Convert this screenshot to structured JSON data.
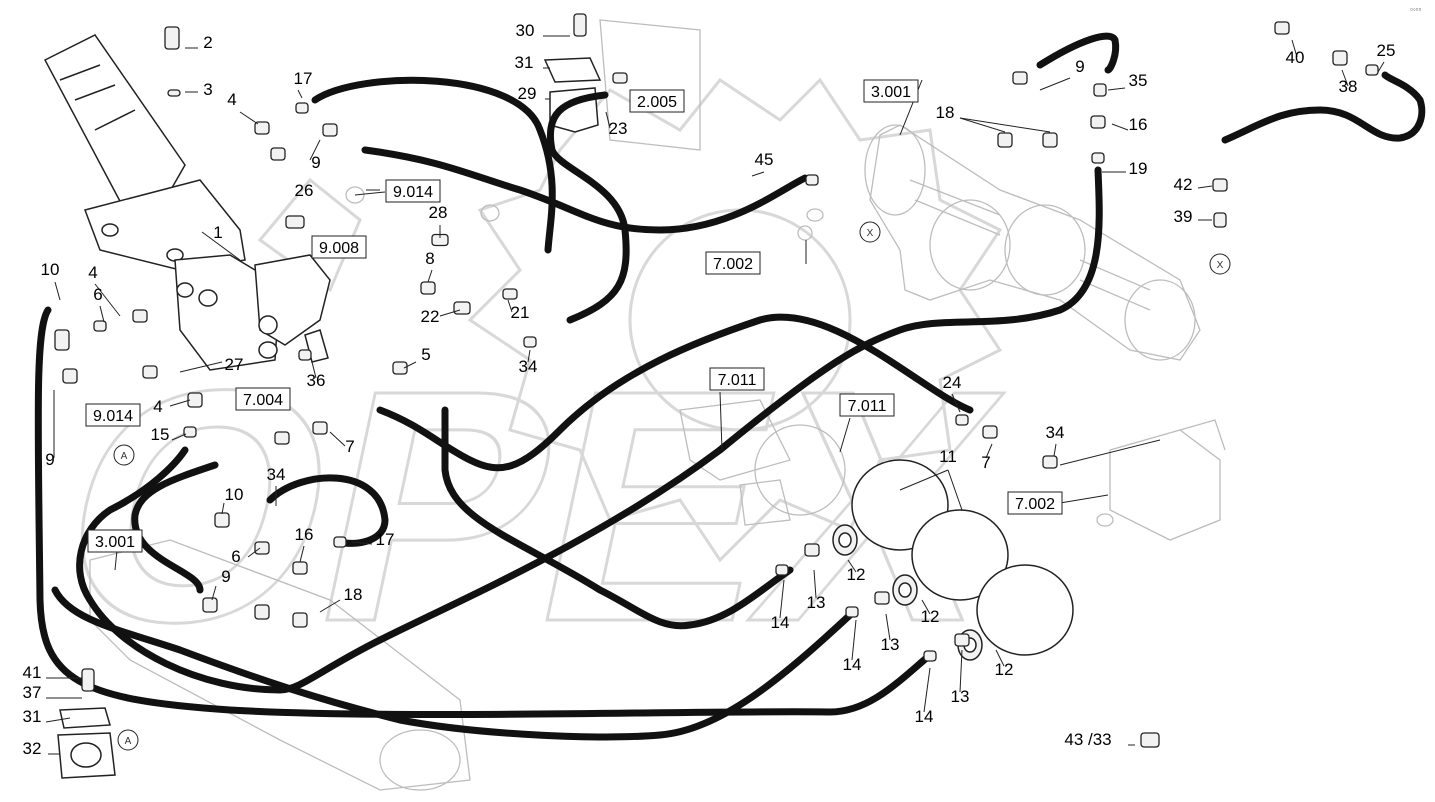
{
  "colors": {
    "hose": "#111111",
    "line": "#222222",
    "faint": "#bdbdbd",
    "watermark": "#d8d8d8",
    "fitting": "#f2f2f2"
  },
  "watermark_text": "OPEX",
  "corner_icon": "small-logo-icon",
  "callouts": [
    {
      "id": "c2",
      "text": "2"
    },
    {
      "id": "c3",
      "text": "3"
    },
    {
      "id": "c4a",
      "text": "4"
    },
    {
      "id": "c17a",
      "text": "17"
    },
    {
      "id": "c9a",
      "text": "9"
    },
    {
      "id": "c26",
      "text": "26"
    },
    {
      "id": "c1",
      "text": "1"
    },
    {
      "id": "c28",
      "text": "28"
    },
    {
      "id": "c8",
      "text": "8"
    },
    {
      "id": "c22",
      "text": "22"
    },
    {
      "id": "c21",
      "text": "21"
    },
    {
      "id": "c34a",
      "text": "34"
    },
    {
      "id": "c10a",
      "text": "10"
    },
    {
      "id": "c4b",
      "text": "4"
    },
    {
      "id": "c6a",
      "text": "6"
    },
    {
      "id": "c27",
      "text": "27"
    },
    {
      "id": "c36",
      "text": "36"
    },
    {
      "id": "c5",
      "text": "5"
    },
    {
      "id": "c4c",
      "text": "4"
    },
    {
      "id": "c15",
      "text": "15"
    },
    {
      "id": "c7a",
      "text": "7"
    },
    {
      "id": "c9b",
      "text": "9"
    },
    {
      "id": "c34b",
      "text": "34"
    },
    {
      "id": "c10b",
      "text": "10"
    },
    {
      "id": "c6b",
      "text": "6"
    },
    {
      "id": "c9c",
      "text": "9"
    },
    {
      "id": "c16a",
      "text": "16"
    },
    {
      "id": "c17b",
      "text": "17"
    },
    {
      "id": "c18a",
      "text": "18"
    },
    {
      "id": "c30",
      "text": "30"
    },
    {
      "id": "c31a",
      "text": "31"
    },
    {
      "id": "c29",
      "text": "29"
    },
    {
      "id": "c23",
      "text": "23"
    },
    {
      "id": "c45",
      "text": "45"
    },
    {
      "id": "c9d",
      "text": "9"
    },
    {
      "id": "c35",
      "text": "35"
    },
    {
      "id": "c18b",
      "text": "18"
    },
    {
      "id": "c16b",
      "text": "16"
    },
    {
      "id": "c19",
      "text": "19"
    },
    {
      "id": "c40",
      "text": "40"
    },
    {
      "id": "c38",
      "text": "38"
    },
    {
      "id": "c25",
      "text": "25"
    },
    {
      "id": "c42",
      "text": "42"
    },
    {
      "id": "c39",
      "text": "39"
    },
    {
      "id": "c24",
      "text": "24"
    },
    {
      "id": "c7b",
      "text": "7"
    },
    {
      "id": "c34c",
      "text": "34"
    },
    {
      "id": "c11",
      "text": "11"
    },
    {
      "id": "c12a",
      "text": "12"
    },
    {
      "id": "c13a",
      "text": "13"
    },
    {
      "id": "c14a",
      "text": "14"
    },
    {
      "id": "c12b",
      "text": "12"
    },
    {
      "id": "c13b",
      "text": "13"
    },
    {
      "id": "c14b",
      "text": "14"
    },
    {
      "id": "c12c",
      "text": "12"
    },
    {
      "id": "c13c",
      "text": "13"
    },
    {
      "id": "c14c",
      "text": "14"
    },
    {
      "id": "c41",
      "text": "41"
    },
    {
      "id": "c37",
      "text": "37"
    },
    {
      "id": "c31b",
      "text": "31"
    },
    {
      "id": "c32",
      "text": "32"
    },
    {
      "id": "c4333",
      "text": "43 /33"
    }
  ],
  "refs": [
    {
      "id": "r9014a",
      "text": "9.014"
    },
    {
      "id": "r9008",
      "text": "9.008"
    },
    {
      "id": "r2005",
      "text": "2.005"
    },
    {
      "id": "r3001a",
      "text": "3.001"
    },
    {
      "id": "r7002a",
      "text": "7.002"
    },
    {
      "id": "r9014b",
      "text": "9.014"
    },
    {
      "id": "r7004",
      "text": "7.004"
    },
    {
      "id": "r7011a",
      "text": "7.011"
    },
    {
      "id": "r7011b",
      "text": "7.011"
    },
    {
      "id": "r3001b",
      "text": "3.001"
    },
    {
      "id": "r7002b",
      "text": "7.002"
    }
  ],
  "markers": [
    {
      "id": "mA1",
      "text": "A"
    },
    {
      "id": "mA2",
      "text": "A"
    },
    {
      "id": "mX1",
      "text": "X"
    },
    {
      "id": "mX2",
      "text": "X"
    }
  ]
}
